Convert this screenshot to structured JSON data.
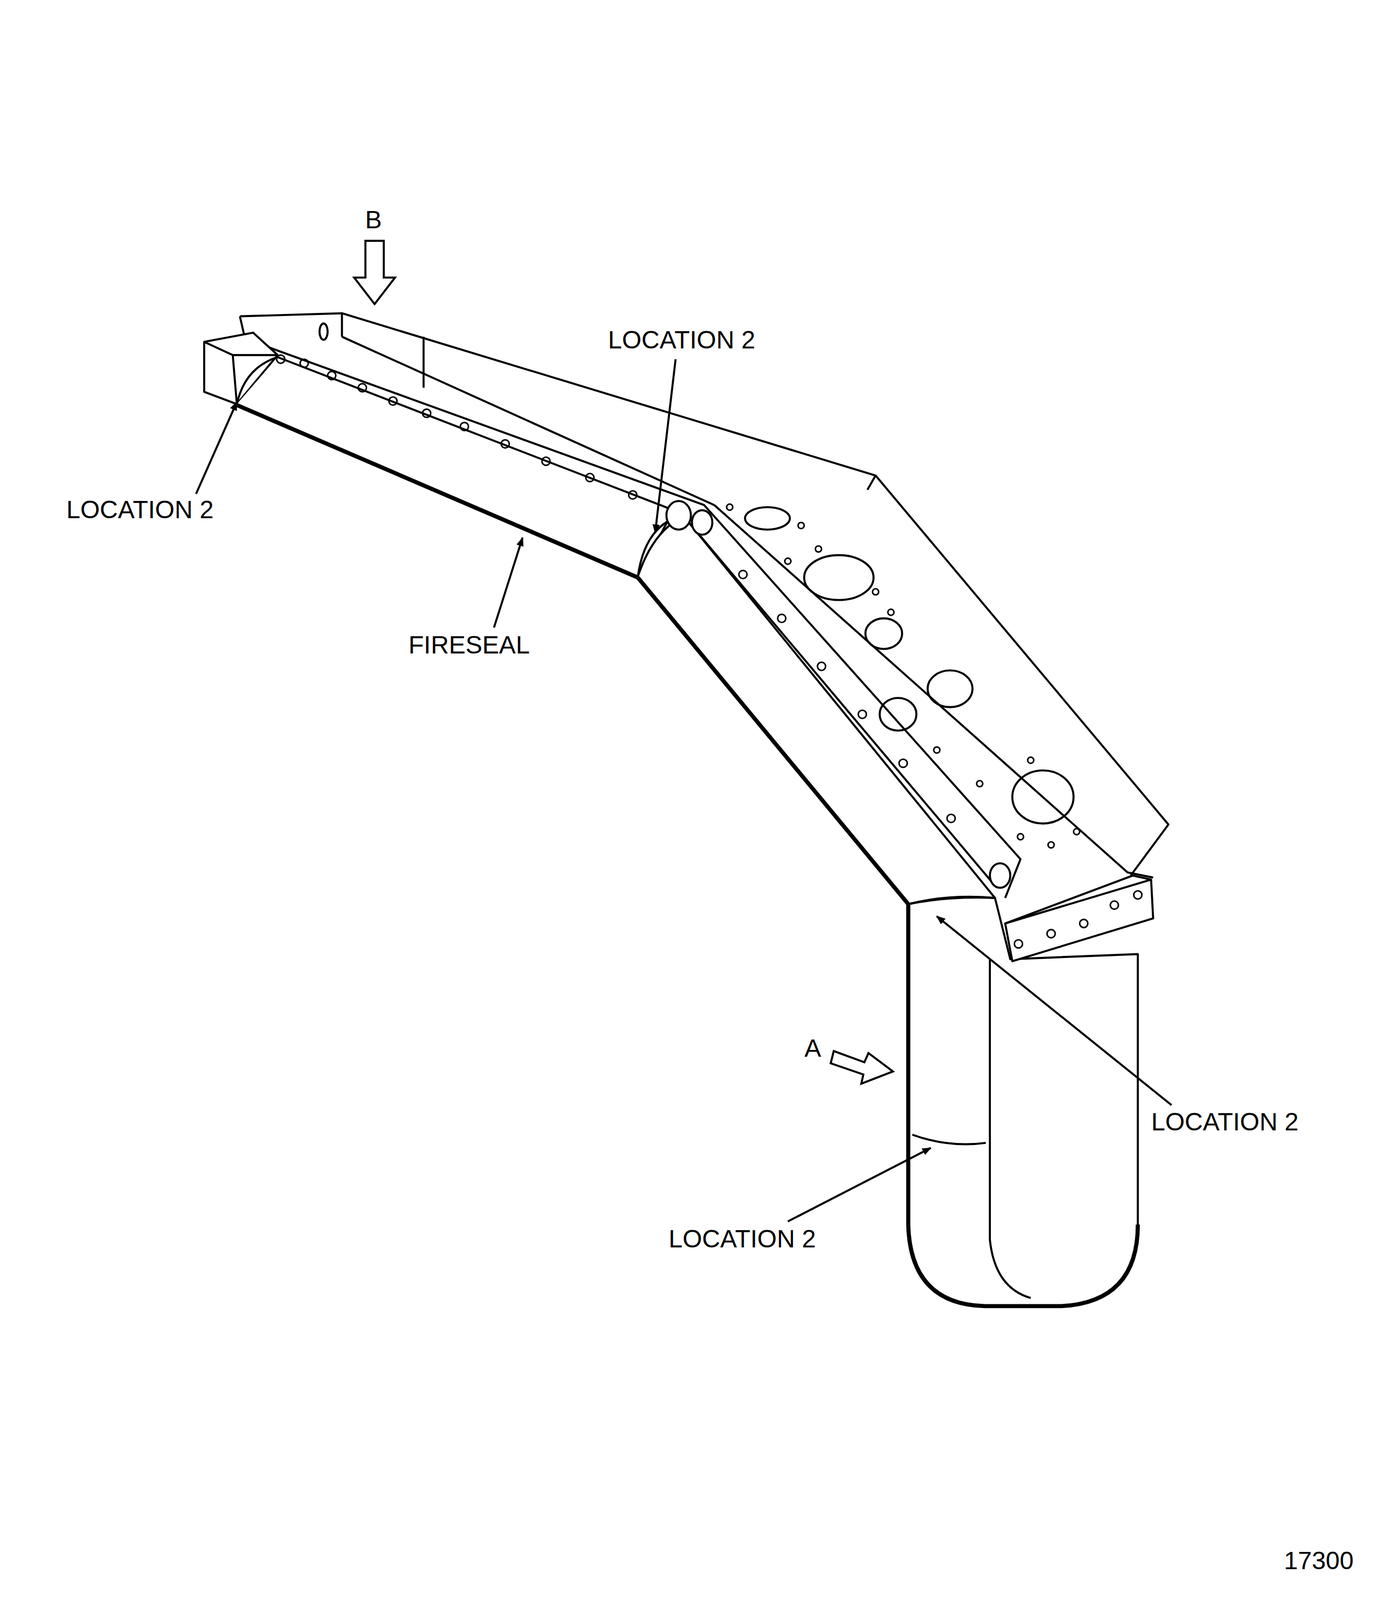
{
  "diagram": {
    "labels": [
      "B",
      "LOCATION 2",
      "LOCATION 2",
      "FIRESEAL",
      "LOCATION 2",
      "A",
      "LOCATION 2",
      "17300"
    ]
  }
}
